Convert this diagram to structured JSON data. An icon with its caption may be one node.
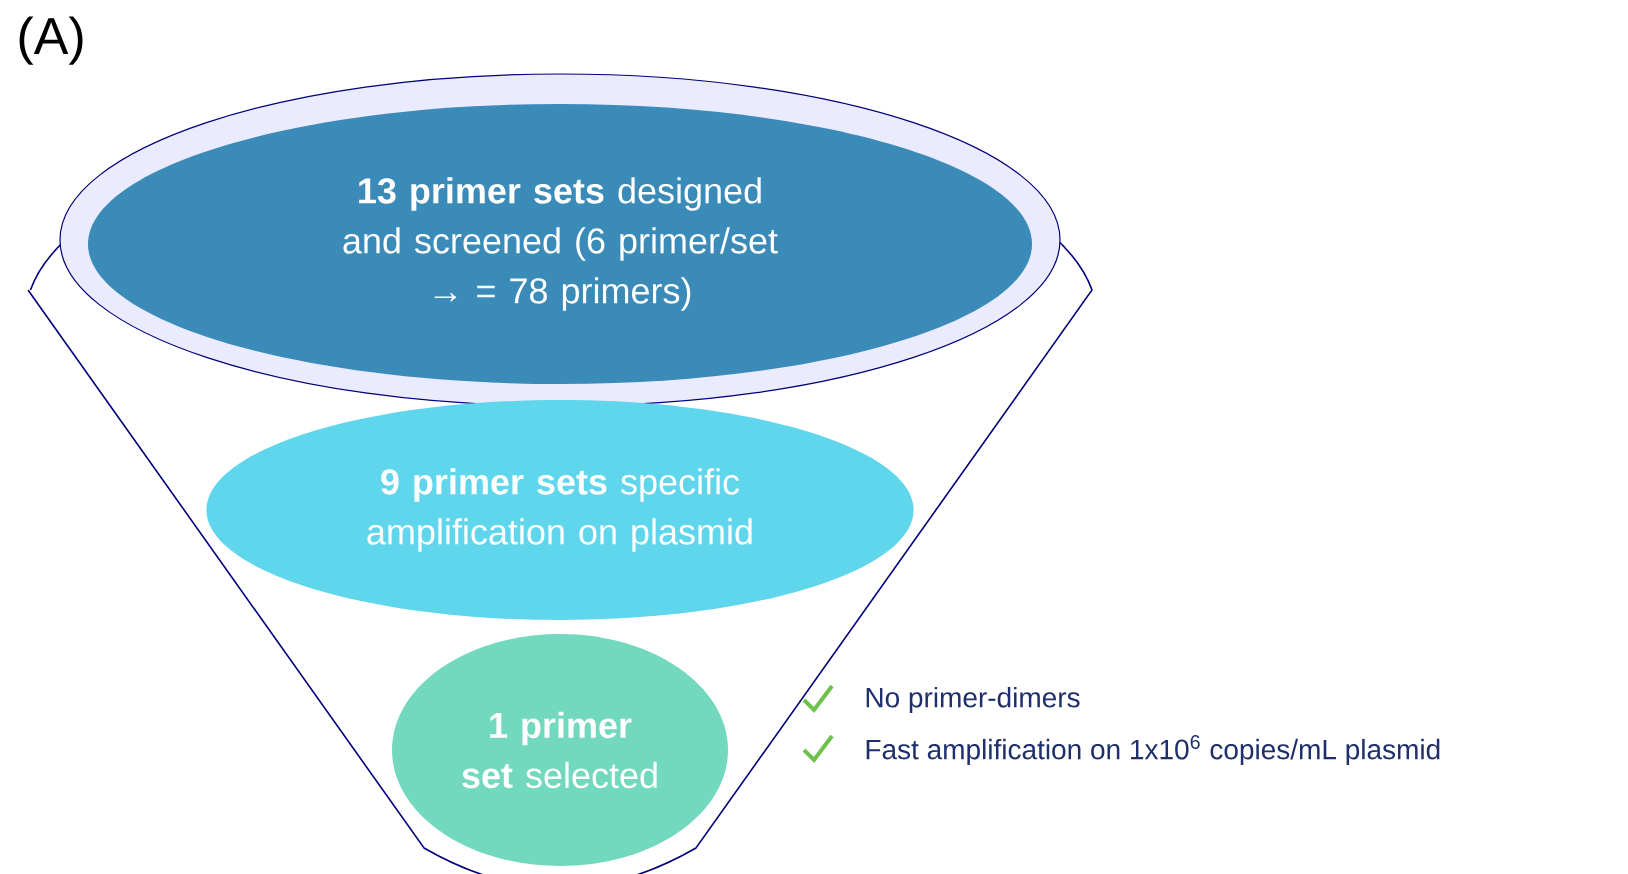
{
  "diagram": {
    "nodes": [
      {
        "text": [
          "**13 primer sets** designed and screened (6 primer/set → = 78 primers)"
        ]
      },
      {
        "text": [
          "**9 primer sets** specific amplification on plasmid"
        ]
      },
      {
        "text": [
          "**1 primer set** selected"
        ]
      }
    ],
    "labels": [
      "(A)",
      "No primer-dimers",
      "Fast amplification on 1x10$^{6}$ copies/mL plasmid"
    ]
  }
}
